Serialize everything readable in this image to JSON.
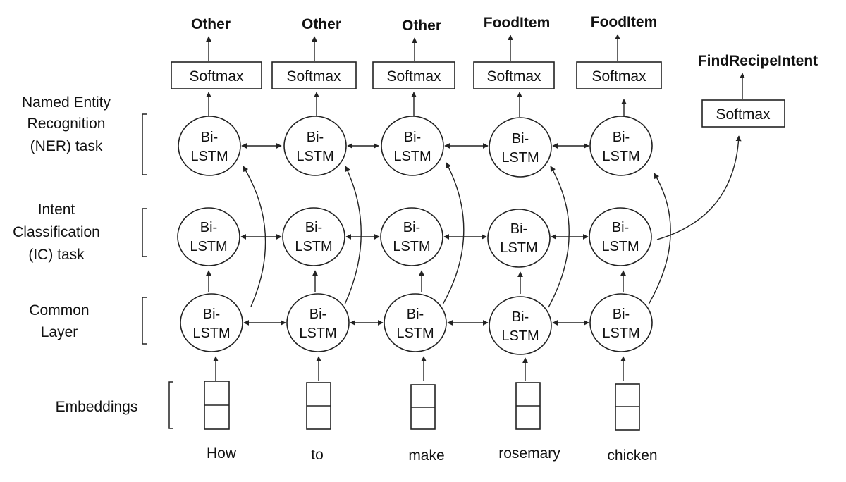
{
  "layer_labels": {
    "ner": [
      "Named Entity",
      "Recognition",
      "(NER) task"
    ],
    "ic": [
      "Intent",
      "Classification",
      "(IC) task"
    ],
    "common": [
      "Common",
      "Layer"
    ],
    "embeddings": "Embeddings"
  },
  "cell_label": [
    "Bi-",
    "LSTM"
  ],
  "softmax_label": "Softmax",
  "words": [
    "How",
    "to",
    "make",
    "rosemary",
    "chicken"
  ],
  "ner_outputs": [
    "Other",
    "Other",
    "Other",
    "FoodItem",
    "FoodItem"
  ],
  "intent": {
    "softmax_label": "Softmax",
    "output": "FindRecipeIntent"
  }
}
